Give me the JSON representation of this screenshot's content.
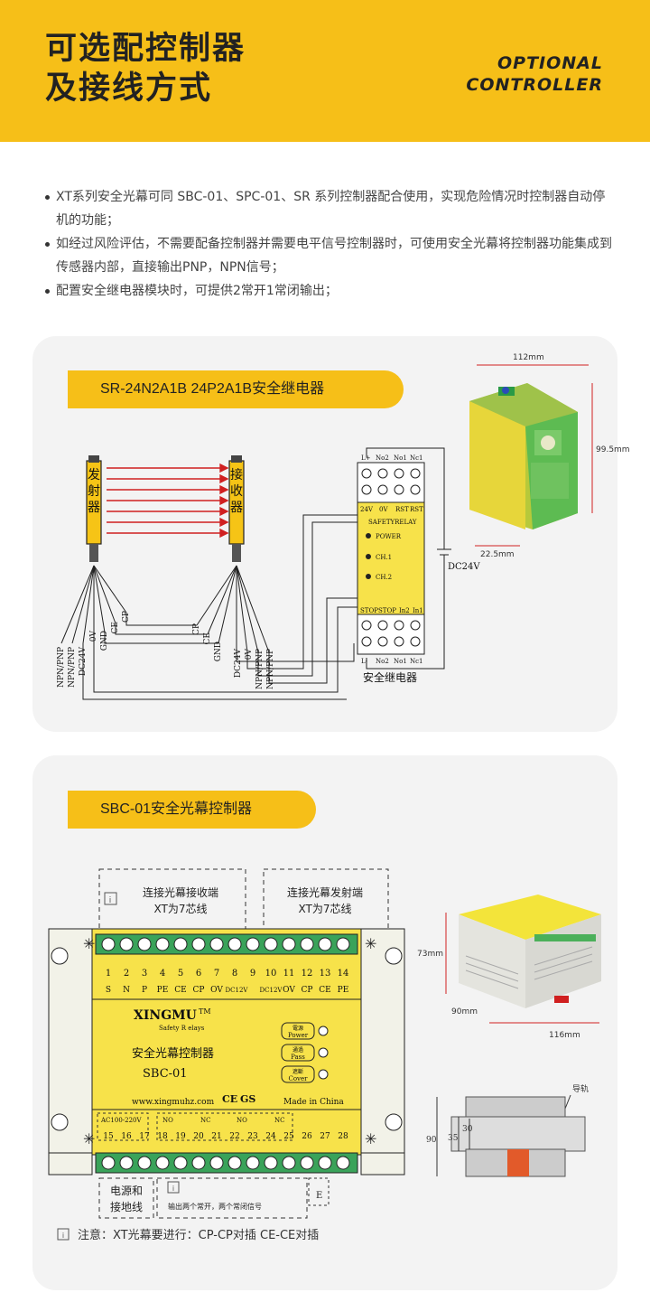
{
  "hero": {
    "title_line1": "可选配控制器",
    "title_line2": "及接线方式",
    "en_line1": "OPTIONAL",
    "en_line2": "CONTROLLER"
  },
  "bullets": [
    "XT系列安全光幕可同 SBC-01、SPC-01、SR 系列控制器配合使用，实现危险情况时控制器自动停机的功能；",
    "如经过风险评估，不需要配备控制器并需要电平信号控制器时，可使用安全光幕将控制器功能集成到传感器内部，直接输出PNP，NPN信号；",
    "配置安全继电器模块时，可提供2常开1常闭输出；"
  ],
  "sr_section": {
    "tag": "SR-24N2A1B 24P2A1B安全继电器",
    "emitter_label": "发射器",
    "receiver_label": "接收器",
    "emitter_wires": [
      "NPN/PNP",
      "NPN/PNP",
      "DC24V",
      "0V",
      "GND",
      "CE",
      "CP"
    ],
    "receiver_wires": [
      "CP",
      "CE",
      "GND",
      "DC24V",
      "0V",
      "NPN/PNP",
      "NPN/PNP"
    ],
    "relay_top_terminals": [
      "L+",
      "No2",
      "No1",
      "Nc1"
    ],
    "relay_top_inputs": [
      "24V",
      "0V",
      "RST",
      "RST"
    ],
    "relay_name": "SAFETYRELAY",
    "relay_leds": [
      "POWER",
      "CH.1",
      "CH.2"
    ],
    "relay_bottom_inputs": [
      "STOP",
      "STOP",
      "In2",
      "In1"
    ],
    "relay_bottom_terminals": [
      "L-",
      "No2",
      "No1",
      "Nc1"
    ],
    "relay_caption": "安全继电器",
    "supply": "DC24V",
    "dim_width": "112mm",
    "dim_height": "99.5mm",
    "dim_depth": "22.5mm"
  },
  "sbc_section": {
    "tag": "SBC-01安全光幕控制器",
    "receiver_box_line1": "连接光幕接收端",
    "receiver_box_line2": "XT为7芯线",
    "emitter_box_line1": "连接光幕发射端",
    "emitter_box_line2": "XT为7芯线",
    "top_numbers": [
      "1",
      "2",
      "3",
      "4",
      "5",
      "6",
      "7",
      "8",
      "9",
      "10",
      "11",
      "12",
      "13",
      "14"
    ],
    "top_labels": [
      "S",
      "N",
      "P",
      "PE",
      "CE",
      "CP",
      "OV",
      "DC12V",
      "DC12V",
      "OV",
      "CP",
      "CE",
      "PE"
    ],
    "brand": "XINGMU",
    "tm": "TM",
    "brand_sub": "Safety R elays",
    "product_name": "安全光幕控制器",
    "model": "SBC-01",
    "website": "www.xingmuhz.com",
    "made_in": "Made in China",
    "ce": "CE",
    "gs": "GS",
    "leds": [
      {
        "cn": "電源",
        "en": "Power"
      },
      {
        "cn": "通過",
        "en": "Pass"
      },
      {
        "cn": "遮斷",
        "en": "Cover"
      }
    ],
    "supply_label": "AC100-220V",
    "bottom_numbers": [
      "15",
      "16",
      "17",
      "18",
      "19",
      "20",
      "21",
      "22",
      "23",
      "24",
      "25",
      "26",
      "27",
      "28"
    ],
    "no_nc_labels": [
      "NO",
      "NC",
      "NO",
      "NC"
    ],
    "power_box_line1": "电源和",
    "power_box_line2": "接地线",
    "output_note": "输出两个常开，两个常闭信号",
    "footnote": "注意：XT光幕要进行：CP-CP对插 CE-CE对插",
    "dim_height": "73mm",
    "dim_depth": "90mm",
    "dim_width": "116mm",
    "rail_label": "导轨",
    "rail_dims": [
      "90",
      "35",
      "30"
    ]
  },
  "colors": {
    "brand_yellow": "#f6bf18",
    "module_yellow": "#f7e24a",
    "terminal_green": "#3aa35a",
    "beam_red": "#d02020"
  }
}
